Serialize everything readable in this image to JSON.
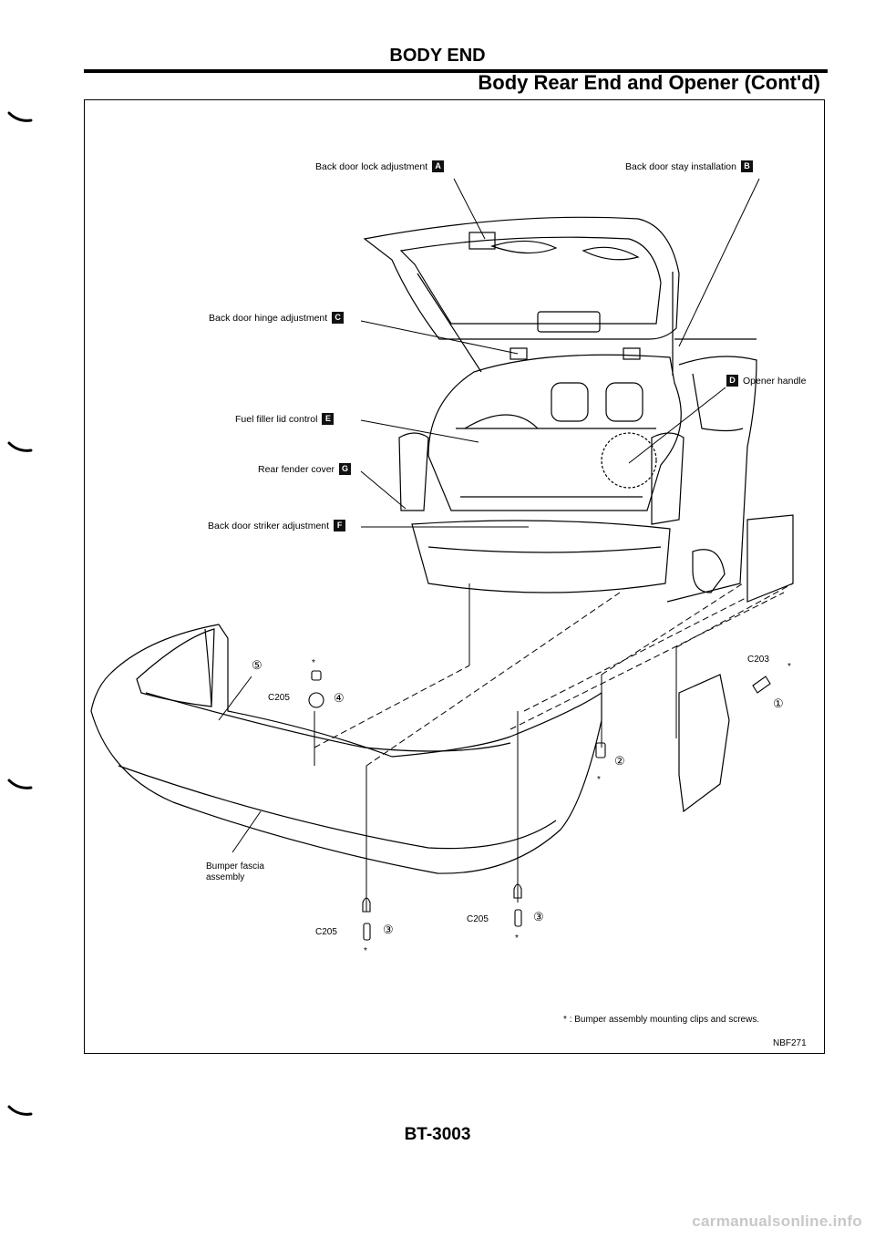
{
  "header": {
    "section": "BODY END",
    "title": "Body Rear End and Opener (Cont'd)"
  },
  "callouts": [
    {
      "id": "A",
      "text": "Back door lock adjustment",
      "letter": "A"
    },
    {
      "id": "B",
      "text": "Back door stay installation",
      "letter": "B"
    },
    {
      "id": "C",
      "text": "Back door hinge adjustment",
      "letter": "C"
    },
    {
      "id": "D",
      "text": "Opener handle",
      "letter": "D"
    },
    {
      "id": "E",
      "text": "Fuel filler lid control",
      "letter": "E"
    },
    {
      "id": "G",
      "text": "Rear fender cover",
      "letter": "G"
    },
    {
      "id": "F",
      "text": "Back door striker adjustment",
      "letter": "F"
    }
  ],
  "parts": {
    "bumper_label_line1": "Bumper fascia",
    "bumper_label_line2": "assembly",
    "n1": "①",
    "n2": "②",
    "n3a": "③",
    "n3b": "③",
    "n4": "④",
    "n5": "⑤",
    "c203": "C203",
    "c205a": "C205",
    "c205b": "C205",
    "c205c": "C205",
    "star": "*"
  },
  "footnote": {
    "star": "*",
    "text": ": Bumper assembly mounting clips and screws."
  },
  "figure_code": "NBF271",
  "page_number": "BT-3003",
  "watermark": "carmanualsonline.info"
}
